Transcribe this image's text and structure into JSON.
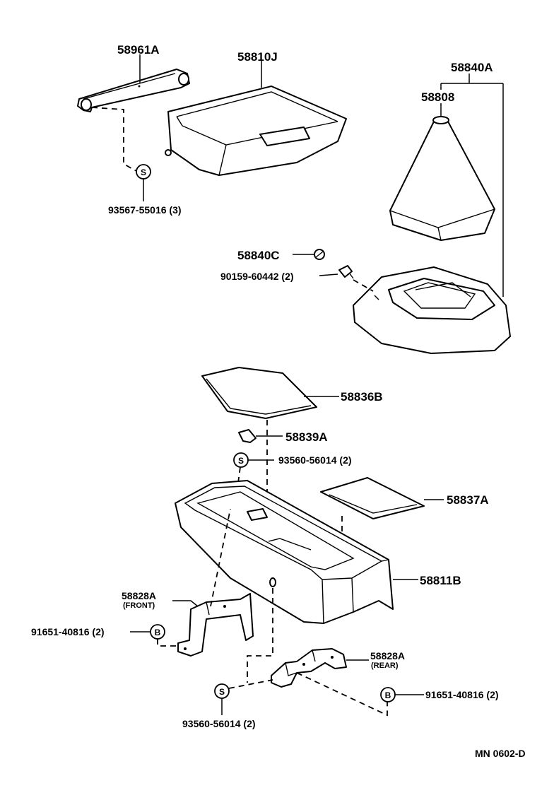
{
  "parts": {
    "p58961A": "58961A",
    "p58810J": "58810J",
    "p58840A": "58840A",
    "p58808": "58808",
    "p93567": "93567-55016 (3)",
    "p58840C": "58840C",
    "p90159": "90159-60442 (2)",
    "p58836B": "58836B",
    "p58839A": "58839A",
    "p93560a": "93560-56014 (2)",
    "p58837A": "58837A",
    "p58811B": "58811B",
    "p58828A_front": "58828A",
    "front_note": "(FRONT)",
    "p91651a": "91651-40816 (2)",
    "p58828A_rear": "58828A",
    "rear_note": "(REAR)",
    "p91651b": "91651-40816 (2)",
    "p93560b": "93560-56014 (2)"
  },
  "symbols": {
    "s": "S",
    "b": "B"
  },
  "footer": {
    "code": "MN  0602-D"
  }
}
